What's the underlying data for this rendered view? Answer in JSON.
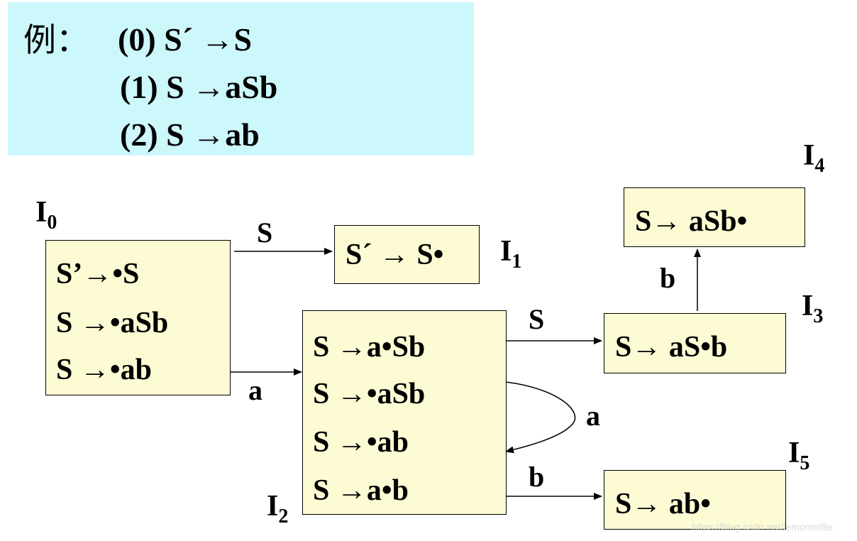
{
  "grammar": {
    "prefix": "例：",
    "rules": [
      "(0) S´ →S",
      "(1) S →aSb",
      "(2) S →ab"
    ]
  },
  "states": {
    "I0": {
      "label": "I",
      "sub": "0",
      "items": [
        "S’→•S",
        "S →•aSb",
        "S →•ab"
      ]
    },
    "I1": {
      "label": "I",
      "sub": "1",
      "items": [
        "S´ → S•"
      ]
    },
    "I2": {
      "label": "I",
      "sub": "2",
      "items": [
        "S →a•Sb",
        "S →•aSb",
        "S →•ab",
        "S →a•b"
      ]
    },
    "I3": {
      "label": "I",
      "sub": "3",
      "items": [
        "S→ aS•b"
      ]
    },
    "I4": {
      "label": "I",
      "sub": "4",
      "items": [
        "S→ aSb•"
      ]
    },
    "I5": {
      "label": "I",
      "sub": "5",
      "items": [
        "S→ ab•"
      ]
    }
  },
  "transitions": [
    {
      "from": "I0",
      "to": "I1",
      "symbol": "S"
    },
    {
      "from": "I0",
      "to": "I2",
      "symbol": "a"
    },
    {
      "from": "I2",
      "to": "I3",
      "symbol": "S"
    },
    {
      "from": "I2",
      "to": "I2",
      "symbol": "a"
    },
    {
      "from": "I2",
      "to": "I5",
      "symbol": "b"
    },
    {
      "from": "I3",
      "to": "I4",
      "symbol": "b"
    }
  ],
  "watermark": "https://blog.csdn.net/lemonmillie",
  "colors": {
    "grammar_bg": "#ccf7fb",
    "state_bg": "#fdfbd4"
  }
}
